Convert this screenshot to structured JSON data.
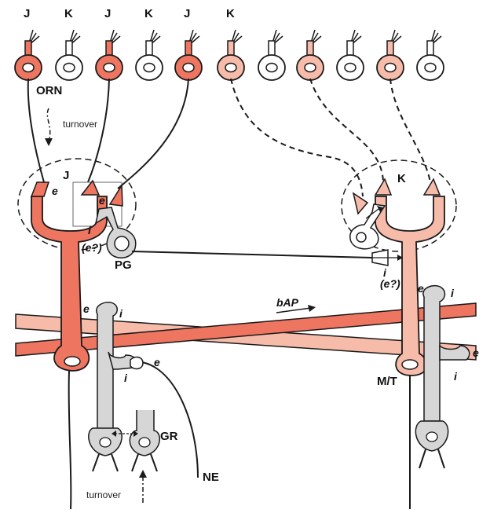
{
  "colors": {
    "active_j": "#ee7560",
    "active_k": "#f6bba9",
    "inactive": "#ffffff",
    "interneuron": "#d6d6d6",
    "outline": "#1a1a1a"
  },
  "receptor_neurons": [
    {
      "label": "J",
      "state": "active_j"
    },
    {
      "label": "K",
      "state": "inactive"
    },
    {
      "label": "J",
      "state": "active_j"
    },
    {
      "label": "K",
      "state": "inactive"
    },
    {
      "label": "J",
      "state": "active_j"
    },
    {
      "label": "K",
      "state": "active_k"
    },
    {
      "label": "",
      "state": "inactive"
    },
    {
      "label": "",
      "state": "active_k"
    },
    {
      "label": "",
      "state": "inactive"
    },
    {
      "label": "",
      "state": "active_k"
    },
    {
      "label": "",
      "state": "inactive"
    }
  ],
  "labels": {
    "orn": "ORN",
    "turnover_top": "turnover",
    "glomerulus_j": "J",
    "glomerulus_k": "K",
    "pg": "PG",
    "bap": "bAP",
    "mt": "M/T",
    "gr": "GR",
    "ne": "NE",
    "turnover_bottom": "turnover"
  },
  "synapse_marks": {
    "e": "e",
    "i": "i",
    "e_q": "(e?)"
  }
}
